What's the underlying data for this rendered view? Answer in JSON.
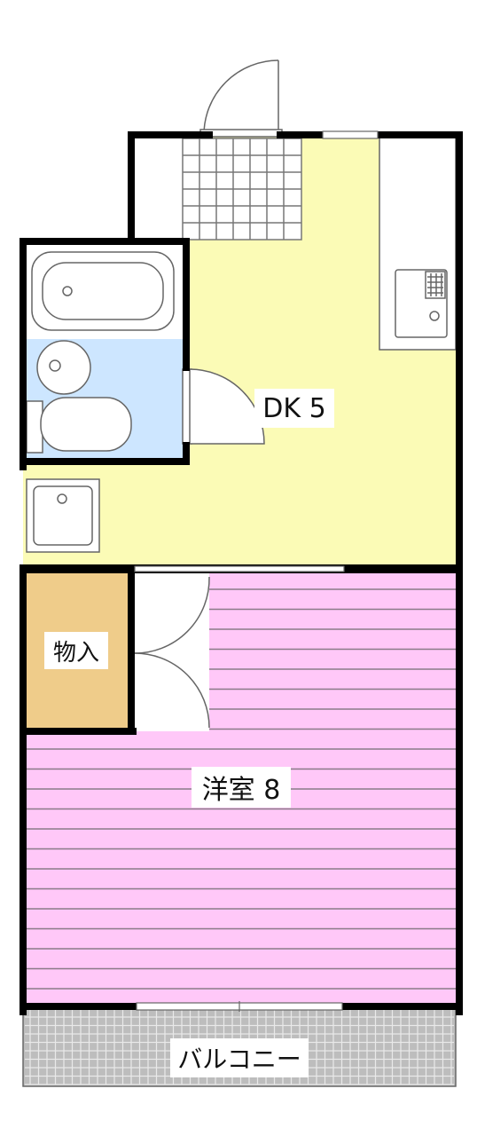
{
  "floor_plan": {
    "rooms": {
      "dk": {
        "label": "DK 5",
        "fill": "#fbfbb6"
      },
      "storage": {
        "label": "物入",
        "fill": "#efcc8a"
      },
      "western_room": {
        "label": "洋室 8",
        "fill": "#ffc8f8",
        "stripe": "#8a7a88"
      },
      "balcony": {
        "label": "バルコニー",
        "fill": "#bdbdbd",
        "grid": "#e9e9e9"
      },
      "bathroom_toilet": {
        "fill": "#cde6ff"
      }
    },
    "colors": {
      "wall": "#000000",
      "fixture_line": "#666666",
      "entrance_tile": "#777777"
    }
  }
}
